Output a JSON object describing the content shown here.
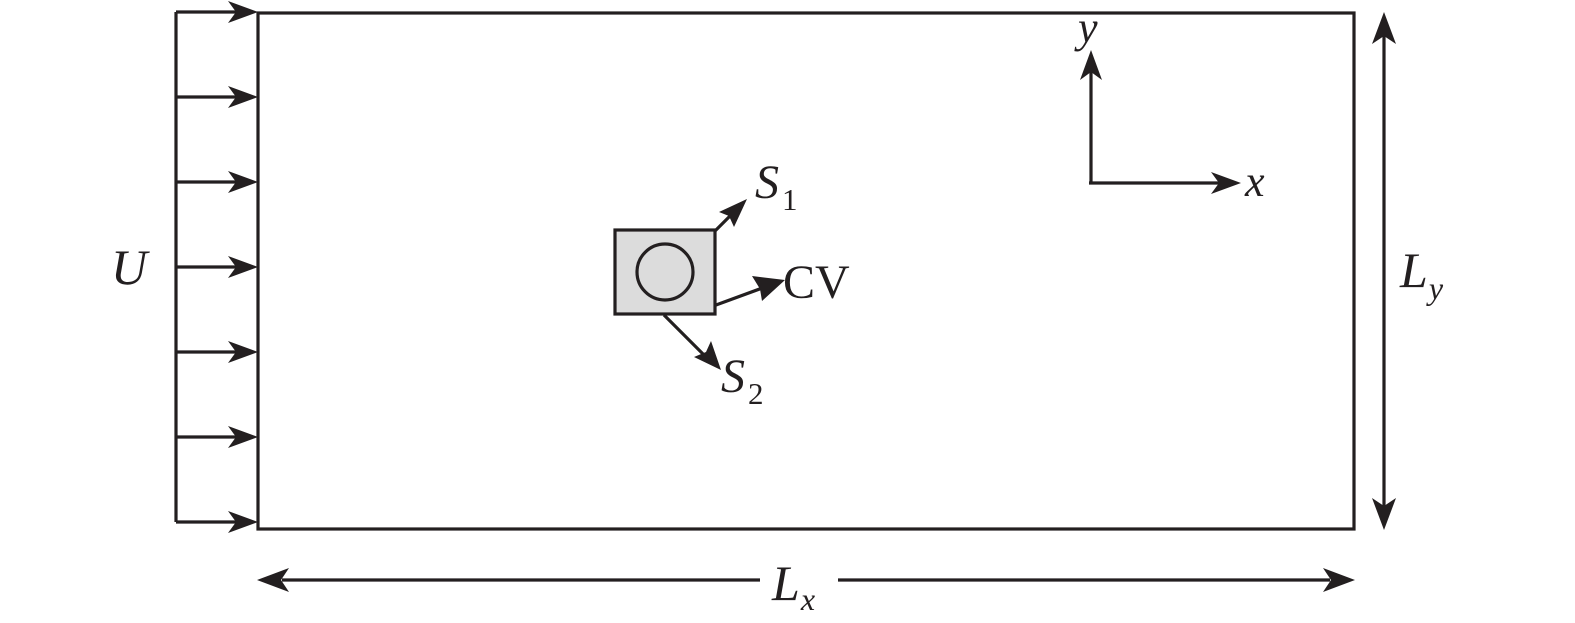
{
  "diagram": {
    "inflow_label": "U",
    "domain_width_label_main": "L",
    "domain_width_label_sub": "x",
    "domain_height_label_main": "L",
    "domain_height_label_sub": "y",
    "axis_x_label": "x",
    "axis_y_label": "y",
    "surface1_label_main": "S",
    "surface1_label_sub": "1",
    "surface2_label_main": "S",
    "surface2_label_sub": "2",
    "control_volume_label": "CV",
    "colors": {
      "line": "#231f20",
      "control_volume_fill": "#dcdcdc",
      "background": "#ffffff"
    }
  }
}
